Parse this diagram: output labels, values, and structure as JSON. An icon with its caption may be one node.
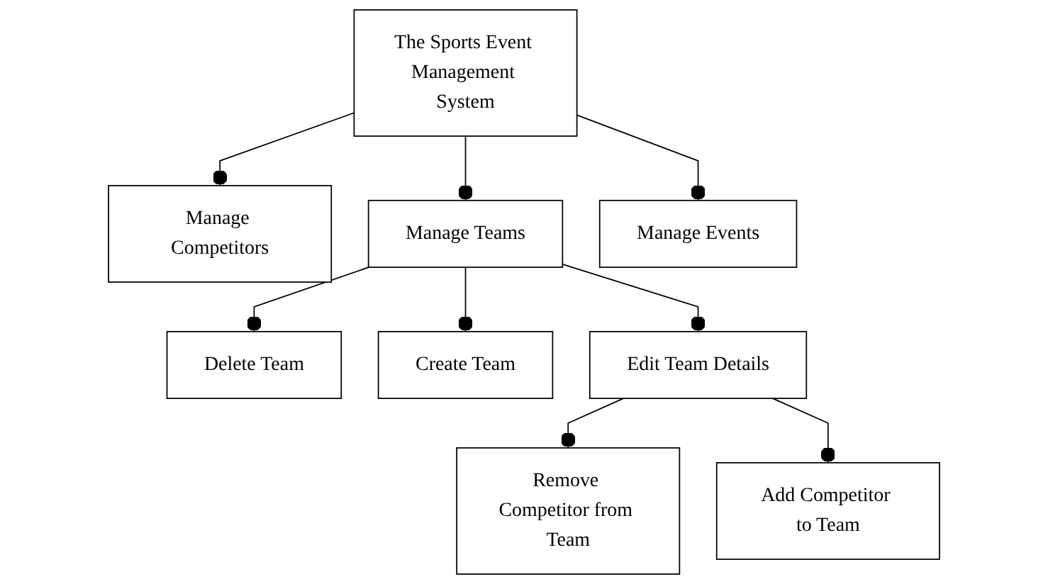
{
  "diagram": {
    "nodes": [
      {
        "text": [
          "The Sports Event Management System"
        ]
      },
      {
        "text": [
          "Manage Competitors"
        ]
      },
      {
        "text": [
          "Manage Teams"
        ]
      },
      {
        "text": [
          "Manage Events"
        ]
      },
      {
        "text": [
          "Delete Team"
        ]
      },
      {
        "text": [
          "Create Team"
        ]
      },
      {
        "text": [
          "Edit Team Details"
        ]
      },
      {
        "text": [
          "Remove Competitor from Team"
        ]
      },
      {
        "text": [
          "Add Competitor to Team"
        ]
      }
    ],
    "edges": [
      {
        "from": 0,
        "to": 1,
        "arrow": "other"
      },
      {
        "from": 0,
        "to": 2,
        "arrow": "other"
      },
      {
        "from": 0,
        "to": 3,
        "arrow": "other"
      },
      {
        "from": 2,
        "to": 4,
        "arrow": "other"
      },
      {
        "from": 2,
        "to": 5,
        "arrow": "other"
      },
      {
        "from": 2,
        "to": 6,
        "arrow": "other"
      },
      {
        "from": 6,
        "to": 7,
        "arrow": "other"
      },
      {
        "from": 6,
        "to": 8,
        "arrow": "other"
      }
    ]
  }
}
